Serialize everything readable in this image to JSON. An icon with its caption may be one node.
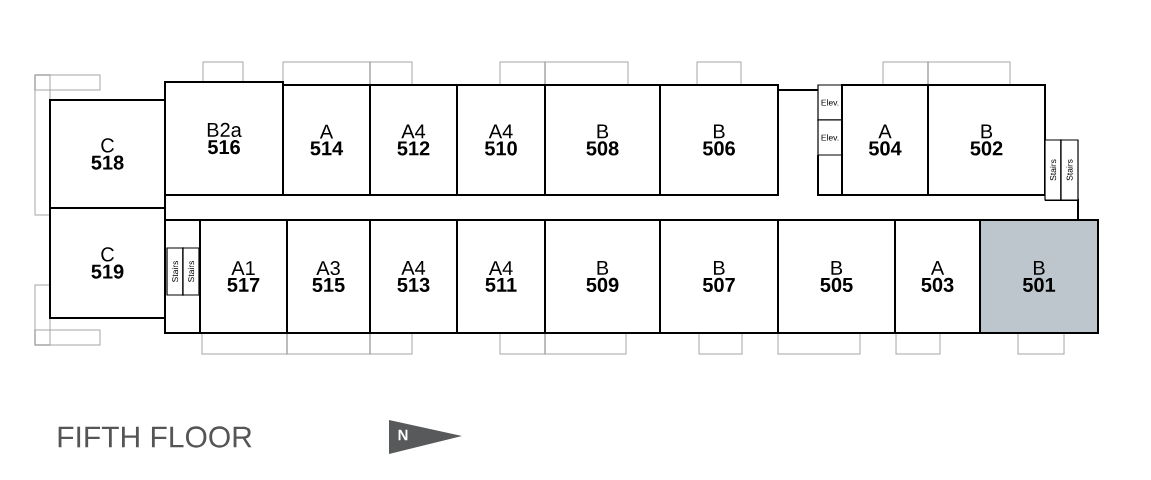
{
  "diagram": {
    "title": "FIFTH FLOOR",
    "nodes": [
      {
        "text": [
          "C",
          "518"
        ]
      },
      {
        "text": [
          "B2a",
          "516"
        ]
      },
      {
        "text": [
          "A",
          "514"
        ]
      },
      {
        "text": [
          "A4",
          "512"
        ]
      },
      {
        "text": [
          "A4",
          "510"
        ]
      },
      {
        "text": [
          "B",
          "508"
        ]
      },
      {
        "text": [
          "B",
          "506"
        ]
      },
      {
        "text": [
          "Elev."
        ]
      },
      {
        "text": [
          "Elev."
        ]
      },
      {
        "text": [
          "A",
          "504"
        ]
      },
      {
        "text": [
          "B",
          "502"
        ]
      },
      {
        "text": [
          "Stairs"
        ]
      },
      {
        "text": [
          "Stairs"
        ]
      },
      {
        "text": [
          "C",
          "519"
        ]
      },
      {
        "text": [
          "Stairs"
        ]
      },
      {
        "text": [
          "Stairs"
        ]
      },
      {
        "text": [
          "A1",
          "517"
        ]
      },
      {
        "text": [
          "A3",
          "515"
        ]
      },
      {
        "text": [
          "A4",
          "513"
        ]
      },
      {
        "text": [
          "A4",
          "511"
        ]
      },
      {
        "text": [
          "B",
          "509"
        ]
      },
      {
        "text": [
          "B",
          "507"
        ]
      },
      {
        "text": [
          "B",
          "505"
        ]
      },
      {
        "text": [
          "A",
          "503"
        ]
      },
      {
        "text": [
          "B",
          "501"
        ]
      }
    ],
    "labels": [
      "N"
    ]
  }
}
